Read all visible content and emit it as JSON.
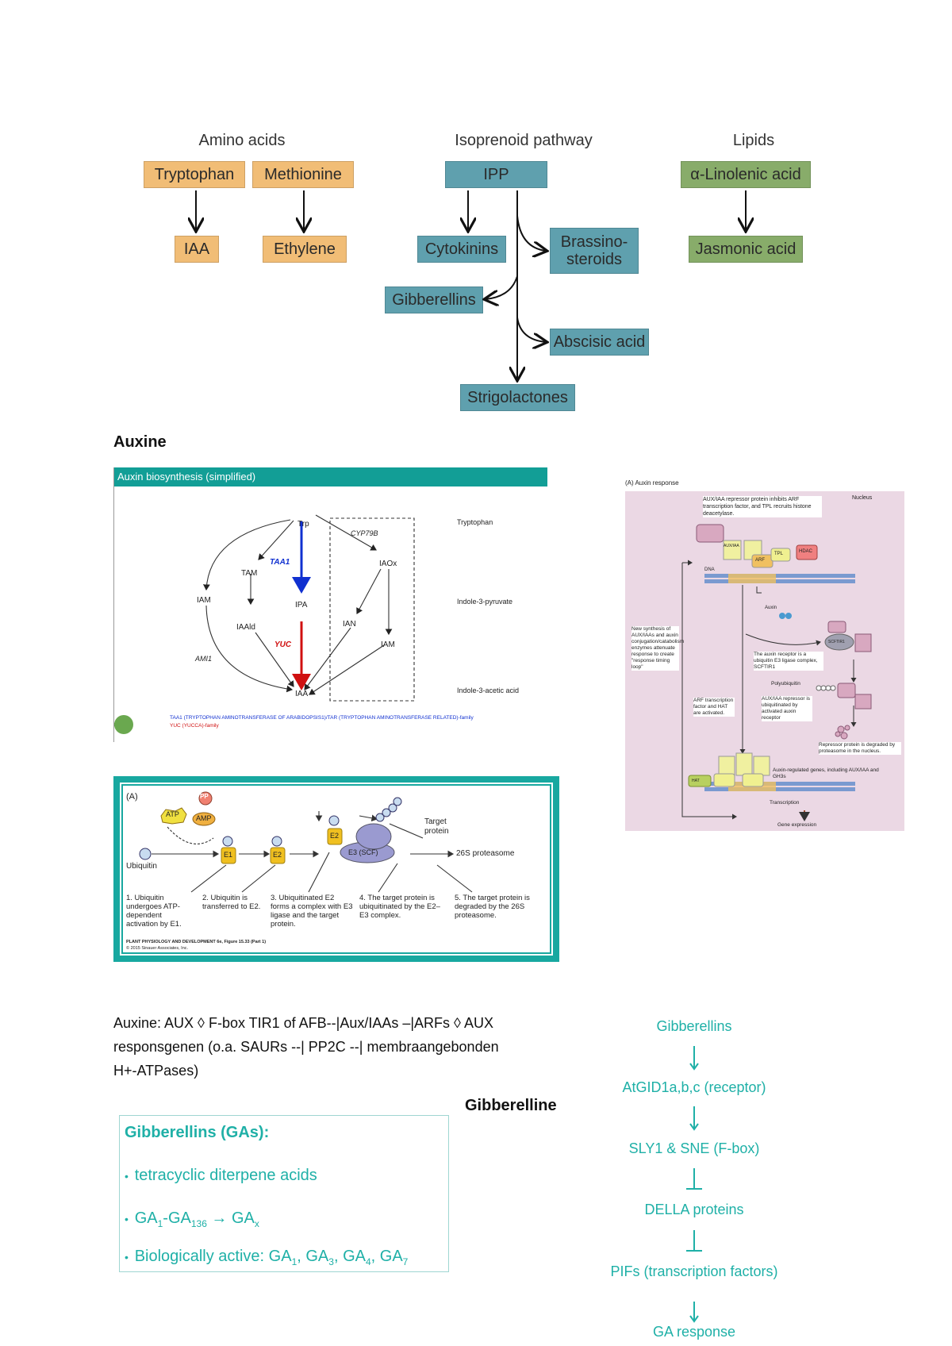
{
  "pathway": {
    "categories": {
      "amino": "Amino acids",
      "iso": "Isoprenoid pathway",
      "lipids": "Lipids"
    },
    "boxes": {
      "tryptophan": "Tryptophan",
      "methionine": "Methionine",
      "iaa": "IAA",
      "ethylene": "Ethylene",
      "ipp": "IPP",
      "cytokinins": "Cytokinins",
      "brassino1": "Brassino-",
      "brassino2": "steroids",
      "gibberellins": "Gibberellins",
      "abscisic": "Abscisic acid",
      "strigolactones": "Strigolactones",
      "linolenic": "α-Linolenic acid",
      "jasmonic": "Jasmonic acid"
    }
  },
  "auxine_heading": "Auxine",
  "auxin_bio": {
    "title": "Auxin biosynthesis (simplified)",
    "trp": "Trp",
    "tam": "TAM",
    "iam_left": "IAM",
    "ipa": "IPA",
    "iaald": "IAAld",
    "iaox": "IAOx",
    "ian": "IAN",
    "iam_right": "IAM",
    "iaa": "IAA",
    "taa1": "TAA1",
    "yuc": "YUC",
    "cyp": "CYP79B",
    "ami1": "AMI1",
    "side_trp": "Tryptophan",
    "side_ipa": "Indole-3-pyruvate",
    "side_iaa": "Indole-3-acetic acid",
    "foot1": "TAA1 (TRYPTOPHAN AMINOTRANSFERASE OF ARABIDOPSIS1)/TAR (TRYPTOPHAN AMINOTRANSFERASE RELATED)-family",
    "foot2": "YUC (YUCCA)-family"
  },
  "auxin_response": {
    "label": "(A) Auxin response",
    "nucleus": "Nucleus",
    "note_top": "AUX/IAA repressor protein inhibits ARF transcription factor, and TPL recruits histone deacetylase.",
    "dna": "DNA",
    "arf": "ARF",
    "tpl": "TPL",
    "hdac": "HDAC",
    "aux_iaa": "AUX/IAA",
    "auxin": "Auxin",
    "scf": "SCFTIR1",
    "note_left": "New synthesis of AUX/IAAs and auxin conjugation/catabolism enzymes attenuate response to create \"response timing loop\"",
    "note_receptor": "The auxin receptor is a ubiquitin E3 ligase complex, SCFTIR1",
    "polyubiquitin": "Polyubiquitin",
    "note_arf": "ARF transcription factor and HAT are activated.",
    "note_ubiq": "AUX/IAA repressor is ubiquitinated by activated auxin receptor",
    "note_degraded": "Repressor protein is degraded by proteasome in the nucleus.",
    "hat": "HAT",
    "note_genes": "Auxin-regulated genes, including AUX/IAA and GH3s",
    "transcription": "Transcription",
    "gene_expression": "Gene expression"
  },
  "ubiquitin": {
    "label": "(A)",
    "pp": "PP",
    "atp": "ATP",
    "amp": "AMP",
    "ubiquitin": "Ubiquitin",
    "e1": "E1",
    "e2a": "E2",
    "e2b": "E2",
    "e3": "E3 (SCF)",
    "target": "Target protein",
    "proteasome": "26S proteasome",
    "steps": [
      "1. Ubiquitin undergoes ATP-dependent activation by E1.",
      "2. Ubiquitin is transferred to E2.",
      "3. Ubiquitinated E2 forms a complex with E3 ligase and the target protein.",
      "4. The target protein is ubiquitinated by the E2–E3 complex.",
      "5. The target protein is degraded by the 26S proteasome."
    ],
    "credit1": "PLANT PHYSIOLOGY AND DEVELOPMENT 6e, Figure 15.33 (Part 1)",
    "credit2": "© 2015 Sinauer Associates, Inc."
  },
  "auxine_text": {
    "line1": "Auxine: AUX ◊ F-box TIR1 of AFB--|Aux/IAAs –|ARFs ◊ AUX",
    "line2": "responsgenen (o.a. SAURs --| PP2C --| membraangebonden",
    "line3": "H+-ATPases)"
  },
  "gibberelline_heading": "Gibberelline",
  "ga_box": {
    "title": "Gibberellins (GAs):",
    "b1": "tetracyclic diterpene acids",
    "b2_a": "GA",
    "b2_a_sub": "1",
    "b2_b": "-GA",
    "b2_b_sub": "136",
    "b2_arrow": " → GA",
    "b2_x": "x",
    "b3_prefix": "Biologically active: GA",
    "b3_s1": "1",
    "b3_s3": "3",
    "b3_s4": "4",
    "b3_s7": "7"
  },
  "ga_flow": {
    "n1": "Gibberellins",
    "n2": "AtGID1a,b,c (receptor)",
    "n3": "SLY1 & SNE (F-box)",
    "n4": "DELLA proteins",
    "n5": "PIFs (transcription factors)",
    "n6": "GA response"
  },
  "colors": {
    "teal_accent": "#1fb0a7",
    "amber": "#f1bd76",
    "steel": "#5fa0ae",
    "green": "#88ac6a"
  }
}
